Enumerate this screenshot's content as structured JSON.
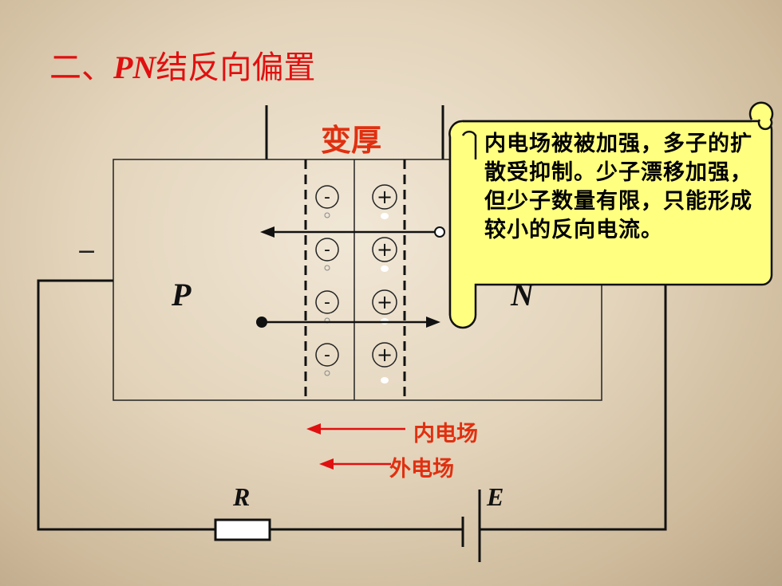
{
  "title": {
    "prefix": "二、",
    "pn": "PN",
    "suffix": "结反向偏置"
  },
  "labels": {
    "thicken": "变厚",
    "p_region": "P",
    "n_region": "N",
    "resistor": "R",
    "battery": "E",
    "neg_terminal": "−",
    "inner_field": "内电场",
    "outer_field": "外电场",
    "neg_ion": "-",
    "pos_ion": "+"
  },
  "callout": {
    "text": "内电场被被加强，多子的扩散受抑制。少子漂移加强，但少子数量有限，只能形成较小的反向电流。"
  },
  "colors": {
    "title": "#e01010",
    "accent": "#e03010",
    "scroll_fill": "#ffff80",
    "arrow_red": "#e01010"
  }
}
